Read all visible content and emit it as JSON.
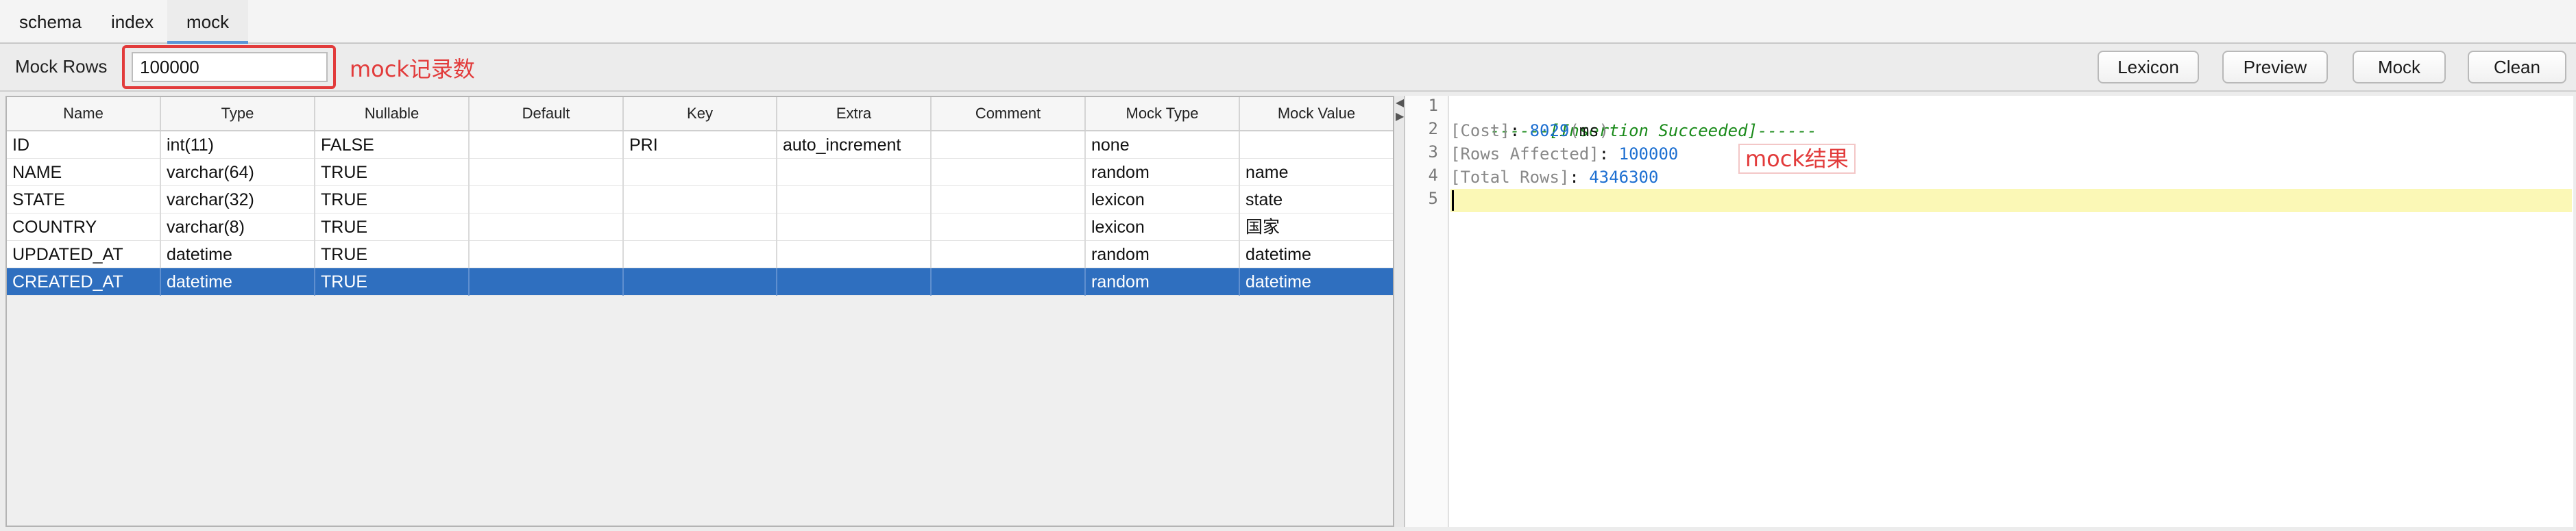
{
  "tabs": [
    {
      "label": "schema"
    },
    {
      "label": "index"
    },
    {
      "label": "mock"
    }
  ],
  "toolbar": {
    "rows_label": "Mock Rows",
    "rows_value": "100000",
    "rows_annotation": "mock记录数",
    "buttons": [
      "Lexicon",
      "Preview",
      "Mock",
      "Clean"
    ]
  },
  "table": {
    "columns": [
      "Name",
      "Type",
      "Nullable",
      "Default",
      "Key",
      "Extra",
      "Comment",
      "Mock Type",
      "Mock Value"
    ],
    "rows": [
      [
        "ID",
        "int(11)",
        "FALSE",
        "",
        "PRI",
        "auto_increment",
        "",
        "none",
        ""
      ],
      [
        "NAME",
        "varchar(64)",
        "TRUE",
        "",
        "",
        "",
        "",
        "random",
        "name"
      ],
      [
        "STATE",
        "varchar(32)",
        "TRUE",
        "",
        "",
        "",
        "",
        "lexicon",
        "state"
      ],
      [
        "COUNTRY",
        "varchar(8)",
        "TRUE",
        "",
        "",
        "",
        "",
        "lexicon",
        "国家"
      ],
      [
        "UPDATED_AT",
        "datetime",
        "TRUE",
        "",
        "",
        "",
        "",
        "random",
        "datetime"
      ],
      [
        "CREATED_AT",
        "datetime",
        "TRUE",
        "",
        "",
        "",
        "",
        "random",
        "datetime"
      ]
    ],
    "selected_row": 5
  },
  "editor": {
    "line_numbers": [
      "1",
      "2",
      "3",
      "4",
      "5"
    ],
    "line1": "------[Insertion Succeeded]------",
    "line2": {
      "key": "[Cost]",
      "sep": ": ",
      "value": "8029",
      "unit_open": "(",
      "unit": "ms",
      "unit_close": ")"
    },
    "line3": {
      "key": "[Rows Affected]",
      "sep": ": ",
      "value": "100000"
    },
    "line4": {
      "key": "[Total Rows]",
      "sep": ": ",
      "value": "4346300"
    },
    "result_annotation": "mock结果"
  },
  "colors": {
    "accent_red": "#e23b3b",
    "selection_blue": "#2f6fbf",
    "active_line": "#fbf8b6"
  }
}
